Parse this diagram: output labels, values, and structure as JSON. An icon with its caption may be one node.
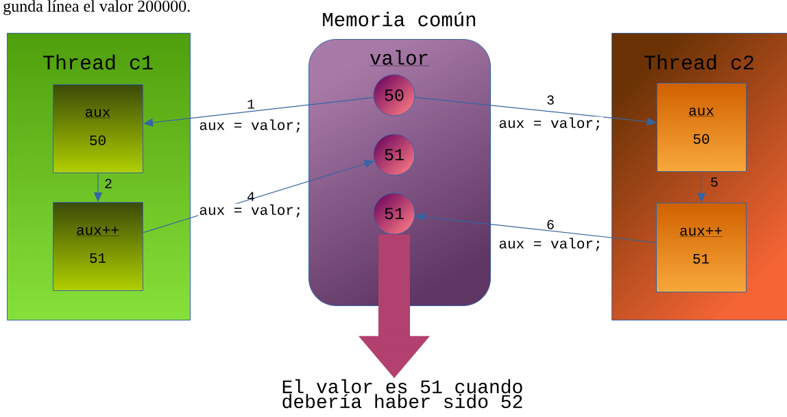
{
  "diagram": {
    "nodes": [
      {
        "text": [
          "Thread c1"
        ]
      },
      {
        "text": [
          "aux",
          "50"
        ],
        "in": 0
      },
      {
        "text": [
          "aux++",
          "51"
        ],
        "in": 0
      },
      {
        "text": [
          "Memoria común",
          "valor"
        ]
      },
      {
        "text": [
          "50"
        ],
        "in": 3
      },
      {
        "text": [
          "51"
        ],
        "in": 3
      },
      {
        "text": [
          "51"
        ],
        "in": 3
      },
      {
        "text": [
          "Thread c2"
        ]
      },
      {
        "text": [
          "aux",
          "50"
        ],
        "in": 7
      },
      {
        "text": [
          "aux++",
          "51"
        ],
        "in": 7
      },
      {
        "text": [
          "El valor es 51 cuando debería haber sido 52"
        ]
      }
    ],
    "edges": [
      {
        "from": 4,
        "to": 1,
        "arrow": "to",
        "label": "1"
      },
      {
        "from": 1,
        "to": 2,
        "arrow": "to",
        "label": "2"
      },
      {
        "from": 4,
        "to": 8,
        "arrow": "to",
        "label": "3"
      },
      {
        "from": 2,
        "to": 5,
        "arrow": "to",
        "label": "4"
      },
      {
        "from": 8,
        "to": 9,
        "arrow": "to",
        "label": "5"
      },
      {
        "from": 9,
        "to": 6,
        "arrow": "to",
        "label": "6"
      },
      {
        "from": 6,
        "to": 10,
        "arrow": "to",
        "style": "thick",
        "color": "#b2416f"
      }
    ],
    "labels": [
      "gunda línea el valor 200000.",
      "aux = valor;",
      "aux = valor;",
      "aux = valor;",
      "aux = valor;"
    ]
  }
}
